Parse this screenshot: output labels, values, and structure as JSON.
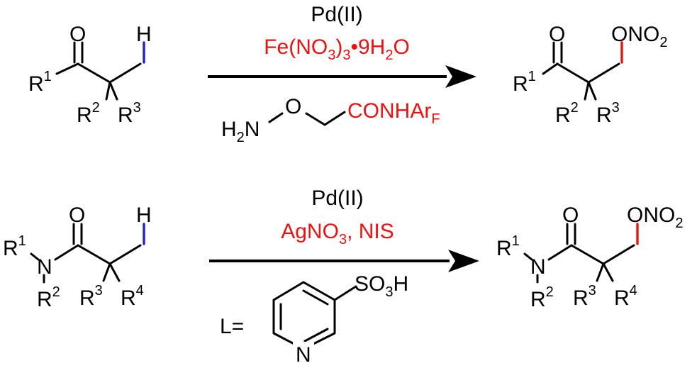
{
  "reaction1": {
    "reactant": {
      "oxygen": "O",
      "hydrogen": "H",
      "r1": "R",
      "r1_sup": "1",
      "r2": "R",
      "r2_sup": "2",
      "r3": "R",
      "r3_sup": "3"
    },
    "catalyst": "Pd(II)",
    "oxidant": {
      "a": "Fe(NO",
      "a_sub": "3",
      "b": ")",
      "b_sub": "3",
      "c": "•9H",
      "c_sub": "2",
      "d": "O"
    },
    "directing_group": {
      "h2n": "H",
      "h2n_sub": "2",
      "h2n_n": "N",
      "o": "O",
      "amide": "CONHAr",
      "amide_sub": "F"
    },
    "product": {
      "oxygen": "O",
      "ono2": "ONO",
      "ono2_sub": "2",
      "r1": "R",
      "r1_sup": "1",
      "r2": "R",
      "r2_sup": "2",
      "r3": "R",
      "r3_sup": "3"
    }
  },
  "reaction2": {
    "reactant": {
      "oxygen": "O",
      "hydrogen": "H",
      "nitrogen": "N",
      "r1": "R",
      "r1_sup": "1",
      "r2": "R",
      "r2_sup": "2",
      "r3": "R",
      "r3_sup": "3",
      "r4": "R",
      "r4_sup": "4"
    },
    "catalyst": "Pd(II)",
    "reagents": {
      "a": "AgNO",
      "a_sub": "3",
      "b": ", NIS"
    },
    "ligand": {
      "label": "L=",
      "so3h": "SO",
      "so3h_sub": "3",
      "so3h_h": "H",
      "ring_n": "N"
    },
    "product": {
      "oxygen": "O",
      "ono2": "ONO",
      "ono2_sub": "2",
      "nitrogen": "N",
      "r1": "R",
      "r1_sup": "1",
      "r2": "R",
      "r2_sup": "2",
      "r3": "R",
      "r3_sup": "3",
      "r4": "R",
      "r4_sup": "4"
    }
  },
  "colors": {
    "highlight_bond_reactant": "#2222cc",
    "highlight_bond_product": "#ee1111",
    "reagent_text": "#ee1111"
  }
}
